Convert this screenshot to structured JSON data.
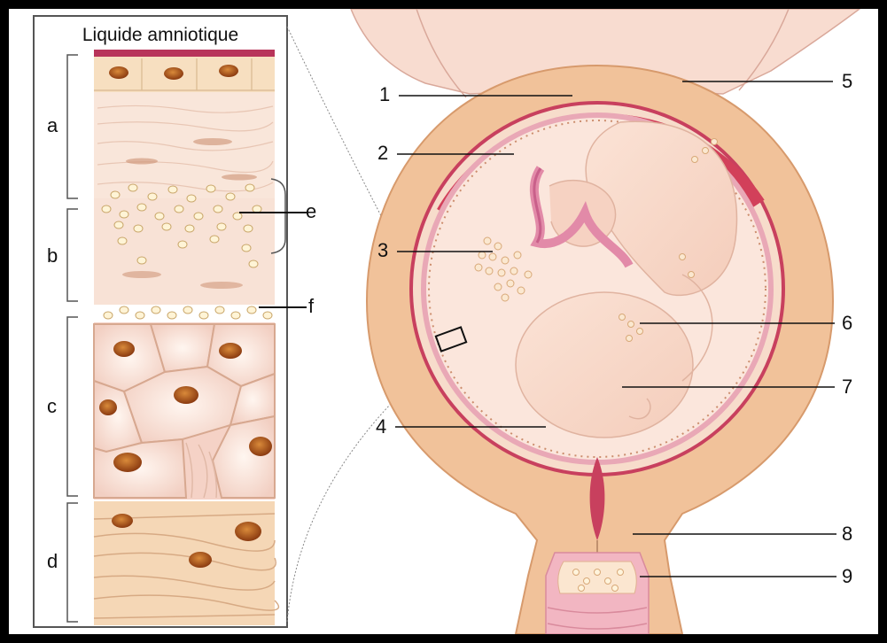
{
  "panel_title": "Liquide amniotique",
  "panel_labels": {
    "a": "a",
    "b": "b",
    "c": "c",
    "d": "d",
    "e": "e",
    "f": "f"
  },
  "main_labels": {
    "n1": "1",
    "n2": "2",
    "n3": "3",
    "n4": "4",
    "n5": "5",
    "n6": "6",
    "n7": "7",
    "n8": "8",
    "n9": "9"
  },
  "colors": {
    "uterus": "#f2c9a0",
    "uterus_dark": "#e8b07e",
    "placenta": "#d2405a",
    "membrane": "#f4c6cf",
    "tissue": "#f8ddd4",
    "nucleus": "#b5541b",
    "background": "#ffffff",
    "frame": "#000000"
  }
}
